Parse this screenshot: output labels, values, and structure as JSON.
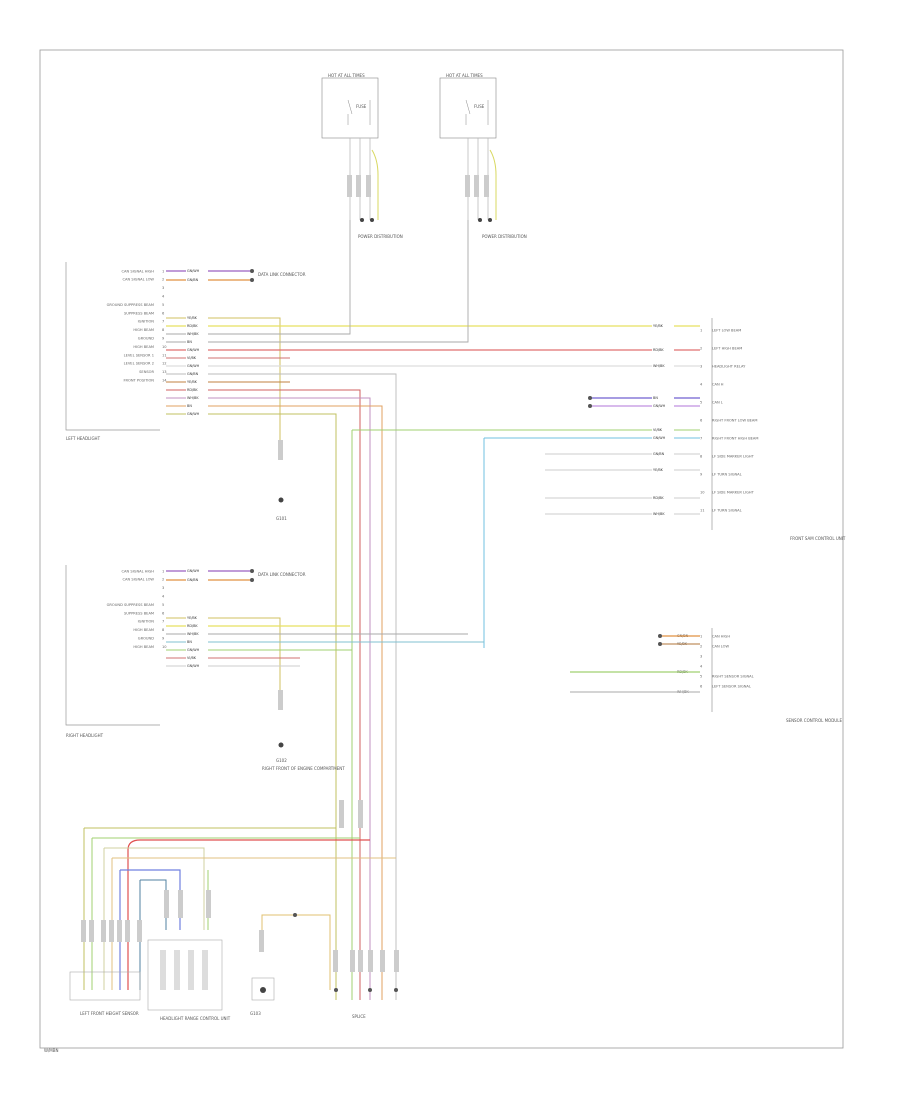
{
  "diagram": {
    "left_headlight_pins": [
      "CAN SIGNAL HIGH",
      "CAN SIGNAL LOW",
      "",
      "",
      "GROUND SUPPRESS BEAM",
      "SUPPRESS BEAM",
      "IGNITION",
      "HIGH BEAM",
      "GROUND",
      "HIGH BEAM",
      "LEVEL SENSOR 1",
      "LEVEL SENSOR 2",
      "SENSOR",
      "FRONT POSITION"
    ],
    "right_headlight_pins": [
      "CAN SIGNAL HIGH",
      "CAN SIGNAL LOW",
      "",
      "",
      "GROUND SUPPRESS BEAM",
      "SUPPRESS BEAM",
      "IGNITION",
      "HIGH BEAM",
      "GROUND",
      "HIGH BEAM"
    ],
    "left_headlight_label": "LEFT HEADLIGHT",
    "right_headlight_label": "RIGHT HEADLIGHT",
    "fuse_a_label": "HOT AT ALL TIMES",
    "fuse_a_text": "FUSE",
    "fuse_b_label": "HOT AT ALL TIMES",
    "fuse_b_text": "FUSE",
    "power_dist_a": "POWER DISTRIBUTION",
    "power_dist_b": "POWER DISTRIBUTION",
    "ground_a": "G101",
    "ground_b": "G102",
    "ground_b_note": "RIGHT FRONT OF ENGINE COMPARTMENT",
    "can_data_a": "DATA LINK CONNECTOR",
    "can_data_b": "DATA LINK CONNECTOR",
    "front_lamp_module_pins": [
      "LEFT LOW BEAM",
      "LEFT HIGH BEAM",
      "HEADLIGHT RELAY",
      "CAN H",
      "CAN L",
      "RIGHT FRONT LOW BEAM",
      "RIGHT FRONT HIGH BEAM",
      "LF SIDE MARKER LIGHT",
      "LF TURN SIGNAL",
      "LF SIDE MARKER LIGHT",
      "LF TURN SIGNAL"
    ],
    "front_lamp_module_label": "FRONT SAM CONTROL UNIT",
    "sensor_module_pins": [
      "CAN HIGH",
      "CAN LOW",
      "",
      "",
      "RIGHT SENSOR SIGNAL",
      "LEFT SENSOR SIGNAL"
    ],
    "sensor_module_label": "SENSOR CONTROL MODULE",
    "left_front_sensor": "LEFT FRONT HEIGHT SENSOR",
    "headlight_control_unit": "HEADLIGHT RANGE CONTROL UNIT",
    "g103_label": "G103",
    "bottom_splice": "SPLICE",
    "corner_mark": "W/MBN",
    "wire_labels": {
      "can_h": "GN/WH",
      "can_l": "GN/BN",
      "yel_blk": "YE/BK",
      "red_blk": "RD/BK",
      "wht_blk": "WH/BK",
      "brn": "BN",
      "grn_wht": "GN/WH",
      "vio_blk": "VI/BK"
    }
  }
}
